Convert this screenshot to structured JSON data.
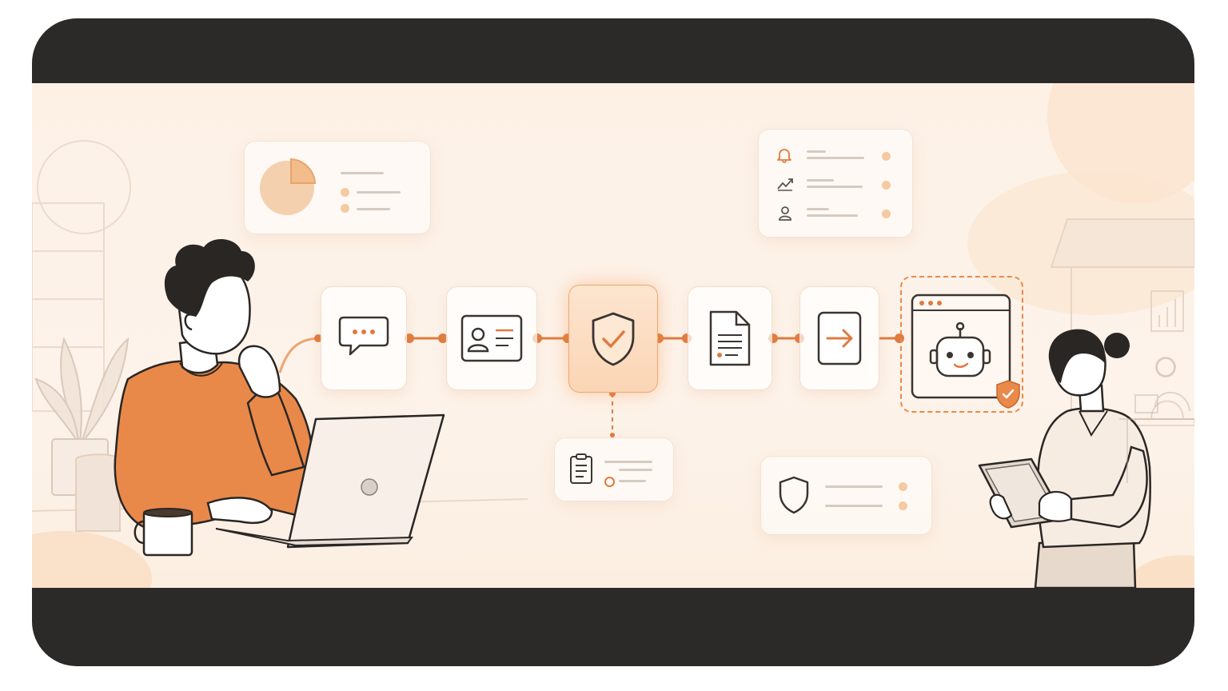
{
  "illustration": {
    "title": "",
    "accent_color": "#e07a3e",
    "ink_color": "#2a2624",
    "background_color": "#fdf1e6",
    "frame_color": "#2b2a29"
  },
  "workflow_steps": [
    {
      "icon": "chat-bubble-icon",
      "state": "default"
    },
    {
      "icon": "id-card-icon",
      "state": "default"
    },
    {
      "icon": "shield-check-icon",
      "state": "active"
    },
    {
      "icon": "document-icon",
      "state": "default"
    },
    {
      "icon": "arrow-right-icon",
      "state": "default"
    },
    {
      "icon": "robot-window-icon",
      "state": "highlighted-dashed"
    }
  ],
  "floating_cards": [
    {
      "id": "analytics-card",
      "icon": "pie-chart-icon"
    },
    {
      "id": "notification-card",
      "icons": [
        "bell-icon",
        "trend-up-icon",
        "user-icon"
      ]
    },
    {
      "id": "checklist-card",
      "icon": "clipboard-icon"
    },
    {
      "id": "security-card",
      "icon": "shield-icon"
    }
  ],
  "people": [
    {
      "role": "user-at-laptop",
      "shirt_color": "#e8894a"
    },
    {
      "role": "agent-with-tablet",
      "shirt_color": "#f7ece2"
    }
  ]
}
